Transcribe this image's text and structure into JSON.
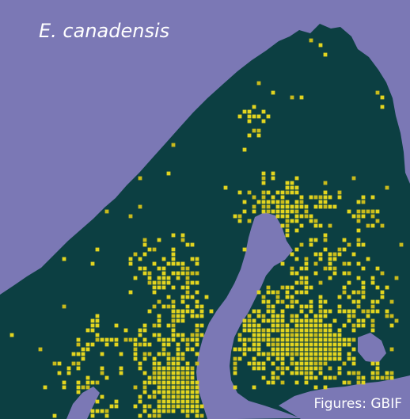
{
  "map": {
    "title": "E. canadensis",
    "credit": "Figures: GBIF",
    "colors": {
      "sea": "#7b78b5",
      "land": "#0c3f42",
      "occurrence": "#e3d51f",
      "occurrence_alt": "#c9bb1c",
      "water_body": "#7b78b5"
    },
    "occurrence_density": "high in southern Scandinavia and southern Finland; sparse in the north"
  }
}
